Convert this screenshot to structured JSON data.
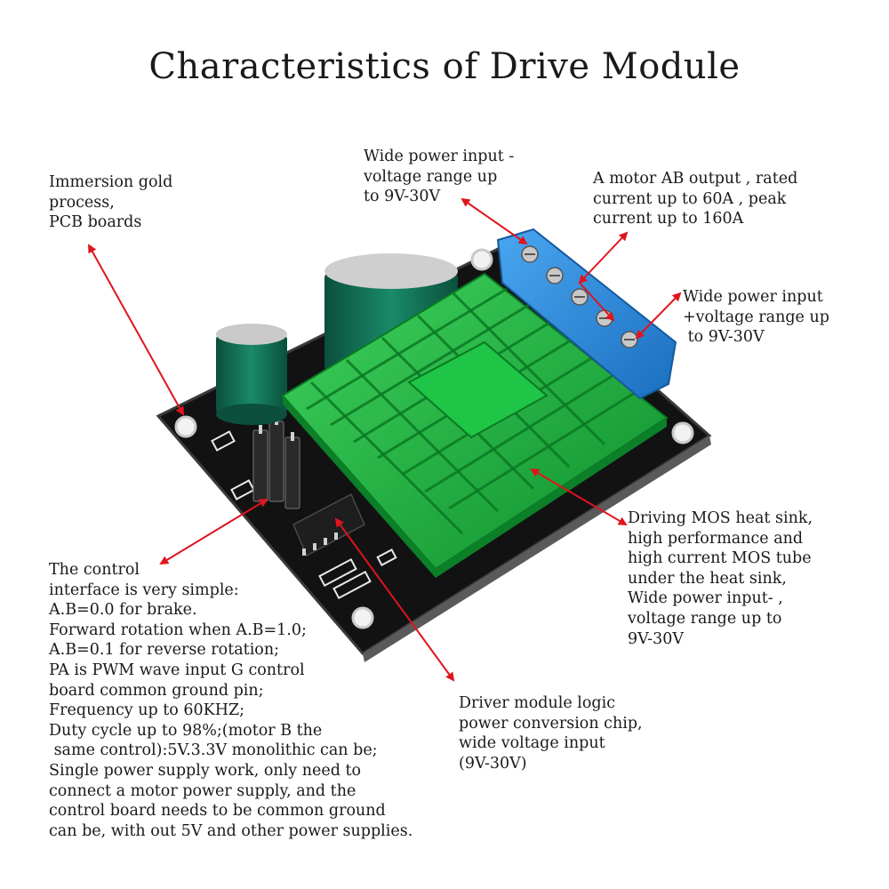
{
  "title": "Characteristics of Drive Module",
  "callouts": {
    "pcb": "Immersion gold\nprocess,\nPCB boards",
    "power_neg": "Wide power input -\nvoltage range up\nto 9V-30V",
    "motor_out": "A motor AB output , rated\ncurrent up to 60A , peak\ncurrent up to 160A",
    "power_pos": "Wide power input\n+voltage range up\n to 9V-30V",
    "heatsink": "Driving MOS heat sink,\nhigh performance and\nhigh current MOS tube\nunder the heat sink,\nWide power input- ,\nvoltage range up to\n9V-30V",
    "control": "The control\ninterface is very simple:\nA.B=0.0 for brake.\nForward rotation when A.B=1.0;\nA.B=0.1 for reverse rotation;\nPA is PWM wave input G control\nboard common ground pin;\nFrequency up to 60KHZ;\nDuty cycle up to 98%;(motor B the\n same control):5V.3.3V monolithic can be;\nSingle power supply work, only need to\nconnect a motor power supply, and the\ncontrol board needs to be common ground\ncan be, with out 5V and other power supplies.",
    "logic_chip": "Driver module logic\npower conversion chip,\nwide voltage input\n(9V-30V)"
  },
  "colors": {
    "arrow": "#e0141e",
    "pcb": "#141414",
    "heatsink": "#17b53a",
    "terminal": "#2f8fe0",
    "capacitor": "#0f6b52"
  }
}
